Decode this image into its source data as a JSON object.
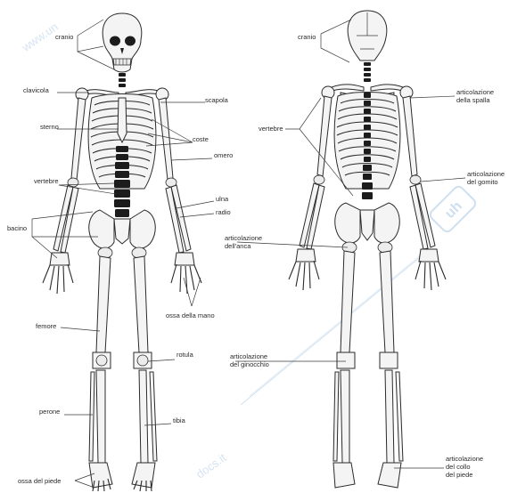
{
  "watermarks": [
    "www.un",
    "docs.it"
  ],
  "front_view": {
    "labels": {
      "cranio": "cranio",
      "clavicola": "clavicola",
      "scapola": "scapola",
      "sterno": "sterno",
      "coste": "coste",
      "omero": "omero",
      "vertebre": "vertebre",
      "ulna": "ulna",
      "radio": "radio",
      "bacino": "bacino",
      "ossa_mano": "ossa della mano",
      "femore": "femore",
      "rotula": "rotula",
      "perone": "perone",
      "tibia": "tibia",
      "ossa_piede": "ossa del piede"
    }
  },
  "back_view": {
    "labels": {
      "cranio": "cranio",
      "vertebre": "vertebre",
      "art_spalla": "articolazione\ndella spalla",
      "art_gomito": "articolazione\ndel gomito",
      "art_anca": "articolazione\ndell'anca",
      "art_ginocchio": "articolazione\ndel ginocchio",
      "art_collo_piede": "articolazione\ndel collo\ndel piede"
    }
  }
}
